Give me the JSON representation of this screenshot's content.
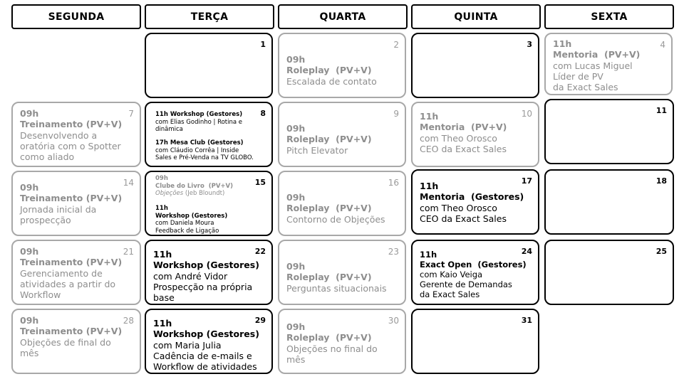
{
  "headers": [
    "SEGUNDA",
    "TERÇA",
    "QUARTA",
    "QUINTA",
    "SEXTA"
  ],
  "days": {
    "d1": {
      "num": "1"
    },
    "d2": {
      "num": "2",
      "time": "09h",
      "title": "Roleplay",
      "tag": "(PV+V)",
      "lines": [
        "Escalada de contato"
      ]
    },
    "d3": {
      "num": "3"
    },
    "d4": {
      "num": "4",
      "time": "11h",
      "title": "Mentoria",
      "tag": "(PV+V)",
      "lines": [
        "com Lucas Miguel",
        "Líder de PV",
        "da Exact Sales"
      ]
    },
    "d7": {
      "num": "7",
      "time": "09h",
      "title": "Treinamento",
      "tag": "(PV+V)",
      "lines": [
        "Desenvolvendo a",
        "oratória com o Spotter",
        "como aliado"
      ]
    },
    "d8": {
      "num": "8",
      "e1": {
        "title": "11h Workshop (Gestores)",
        "lines": [
          "com Elias Godinho | Rotina e",
          "dinâmica"
        ]
      },
      "e2": {
        "title": "17h Mesa Club (Gestores)",
        "lines": [
          "com Cláudio Corrêa | Inside",
          "Sales e Pré-Venda na TV GLOBO."
        ]
      }
    },
    "d9": {
      "num": "9",
      "time": "09h",
      "title": "Roleplay",
      "tag": "(PV+V)",
      "lines": [
        "Pitch Elevator"
      ]
    },
    "d10": {
      "num": "10",
      "time": "11h",
      "title": "Mentoria",
      "tag": "(PV+V)",
      "lines": [
        "com Theo Orosco",
        "CEO da Exact Sales"
      ]
    },
    "d11": {
      "num": "11"
    },
    "d14": {
      "num": "14",
      "time": "09h",
      "title": "Treinamento",
      "tag": "(PV+V)",
      "lines": [
        "Jornada inicial da",
        "prospecção"
      ]
    },
    "d15": {
      "num": "15",
      "e1": {
        "time": "09h",
        "title": "Clube do Livro",
        "tag": "(PV+V)",
        "italic": "Objeções",
        "rest": " (Jeb Bloundt)"
      },
      "e2": {
        "time": "11h",
        "title": "Workshop (Gestores)",
        "lines": [
          "com Daniela Moura",
          "Feedback de Ligação"
        ]
      }
    },
    "d16": {
      "num": "16",
      "time": "09h",
      "title": "Roleplay",
      "tag": "(PV+V)",
      "lines": [
        "Contorno de Objeções"
      ]
    },
    "d17": {
      "num": "17",
      "time": "11h",
      "title": "Mentoria",
      "tag": "(Gestores)",
      "lines": [
        "com Theo Orosco",
        "CEO da Exact Sales"
      ]
    },
    "d18": {
      "num": "18"
    },
    "d21": {
      "num": "21",
      "time": "09h",
      "title": "Treinamento",
      "tag": "(PV+V)",
      "lines": [
        "Gerenciamento de",
        "atividades a partir do",
        "Workflow"
      ]
    },
    "d22": {
      "num": "22",
      "time": "11h",
      "title": "Workshop",
      "tag": "(Gestores)",
      "lines": [
        "com André Vidor",
        "Prospecção na própria",
        "base"
      ]
    },
    "d23": {
      "num": "23",
      "time": "09h",
      "title": "Roleplay",
      "tag": "(PV+V)",
      "lines": [
        "Perguntas situacionais"
      ]
    },
    "d24": {
      "num": "24",
      "time": "11h",
      "title": "Exact Open",
      "tag": "(Gestores)",
      "lines": [
        "com Kaio Veiga",
        "Gerente de Demandas",
        "da Exact Sales"
      ]
    },
    "d25": {
      "num": "25"
    },
    "d28": {
      "num": "28",
      "time": "09h",
      "title": "Treinamento",
      "tag": "(PV+V)",
      "lines": [
        "Objeções de final do",
        "mês"
      ]
    },
    "d29": {
      "num": "29",
      "time": "11h",
      "title": "Workshop",
      "tag": "(Gestores)",
      "lines": [
        "com Maria Julia",
        "Cadência de e-mails e",
        "Workflow de atividades"
      ]
    },
    "d30": {
      "num": "30",
      "time": "09h",
      "title": "Roleplay",
      "tag": "(PV+V)",
      "lines": [
        "Objeções no final do",
        "mês"
      ]
    },
    "d31": {
      "num": "31"
    }
  }
}
